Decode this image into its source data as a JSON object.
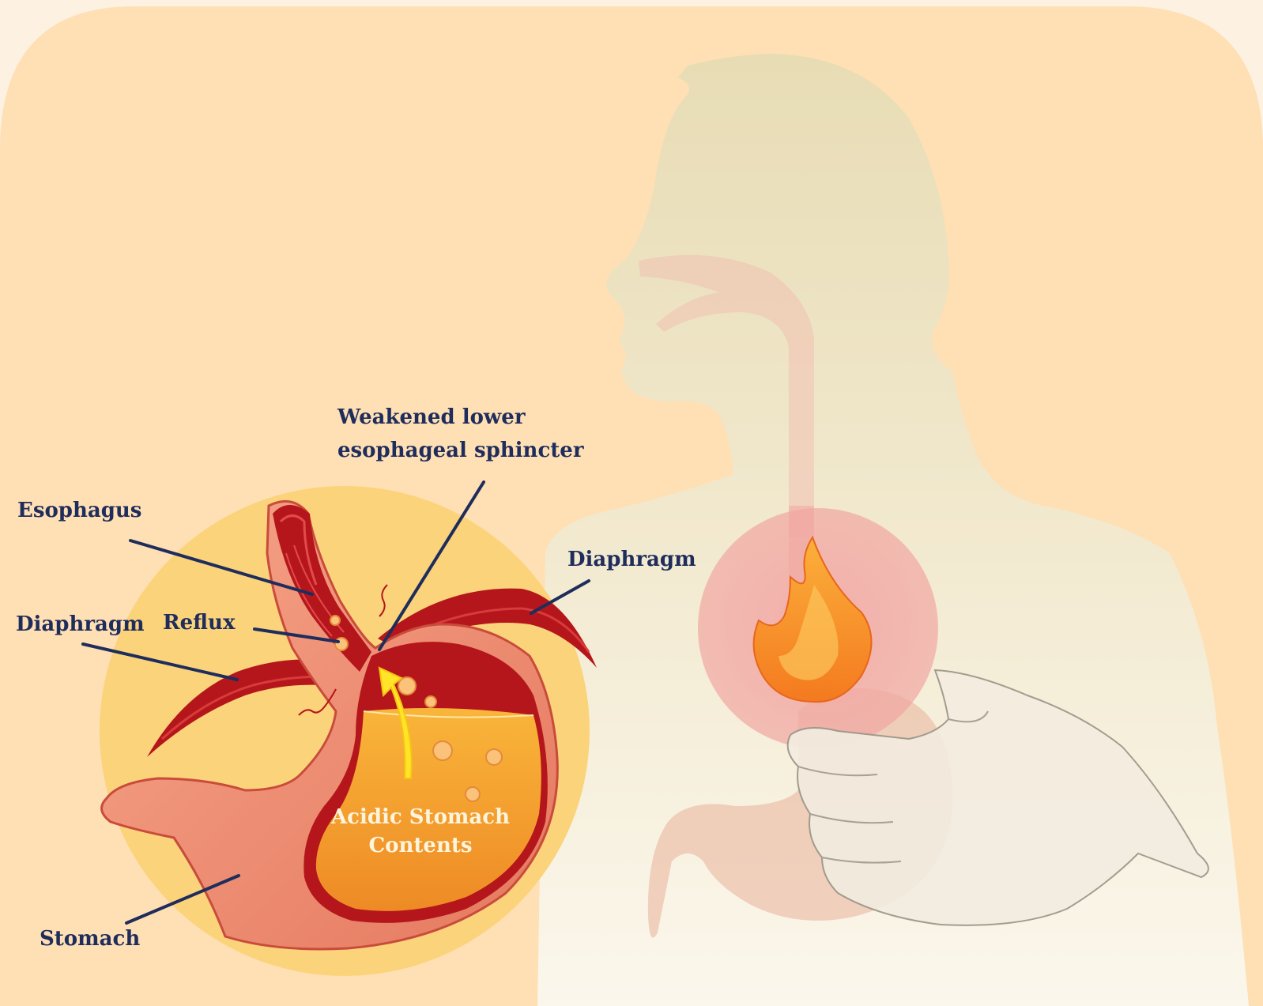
{
  "labels": {
    "esophagus": "Esophagus",
    "weakened_line1": "Weakened lower",
    "weakened_line2": "esophageal sphincter",
    "diaphragm_left": "Diaphragm",
    "diaphragm_right": "Diaphragm",
    "reflux": "Reflux",
    "stomach": "Stomach",
    "contents_line1": "Acidic Stomach",
    "contents_line2": "Contents"
  },
  "colors": {
    "background": "#ffdfb4",
    "inset_circle": "#fbd37a",
    "label_text": "#1f2d5c",
    "muscle": "#b5161b",
    "stomach_tissue": "#ee8c6c",
    "acid": "#f19a2c",
    "flame": "#f7921e",
    "arrow": "#ffe428"
  },
  "icons": [
    "flame-icon",
    "reflux-arrow-icon",
    "bubble-icon"
  ]
}
